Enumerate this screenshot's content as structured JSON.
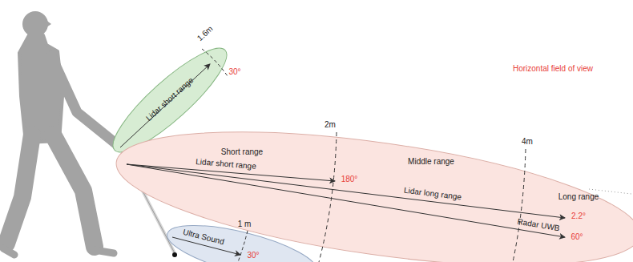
{
  "diagram": {
    "nodes": [
      {
        "text": [
          "Lidar short range"
        ]
      },
      {
        "text": [
          "Short range",
          "Middle range",
          "Long range",
          "Lidar short range",
          "Lidar long range",
          "Radar UWB"
        ]
      },
      {
        "text": [
          "Ultra Sound"
        ]
      }
    ],
    "labels": [
      "Horizontal field of view",
      "1.6m",
      "30°",
      "2m",
      "4m",
      "180°",
      "2.2°",
      "60°",
      "1 m",
      "30°"
    ]
  }
}
